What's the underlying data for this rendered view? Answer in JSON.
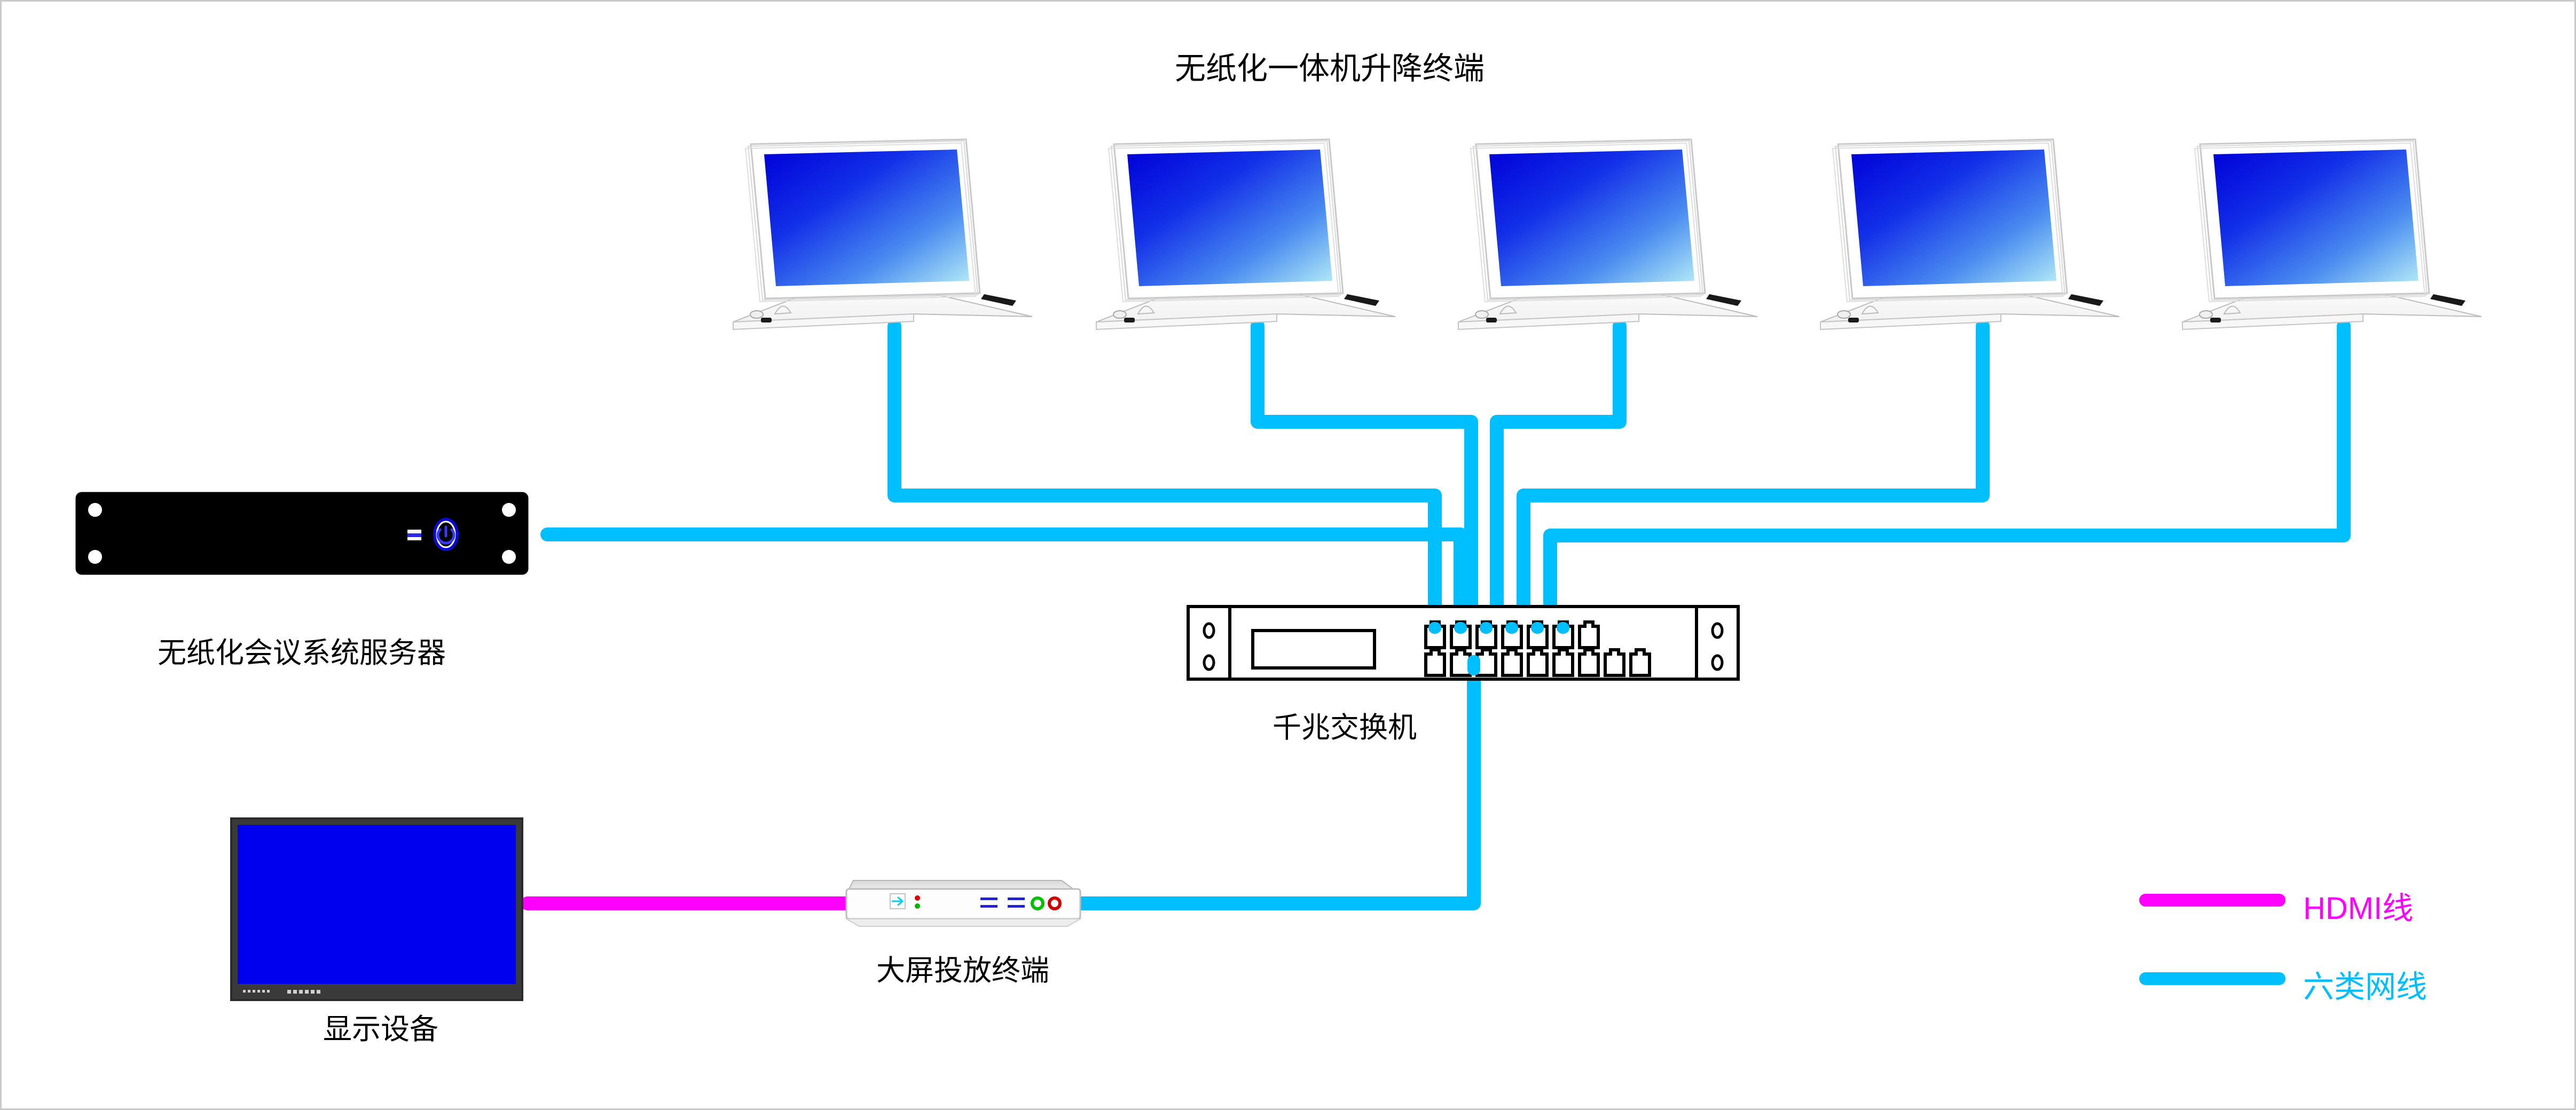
{
  "diagram": {
    "title": "无纸化一体机升降终端",
    "background": "#ffffff",
    "border_color": "#c9c9c9"
  },
  "colors": {
    "network_cable": "#00bfff",
    "hdmi_cable": "#ff00ff",
    "server_body": "#000000",
    "screen_blue": "#0000ee",
    "bezel_dark": "#3a3a3a",
    "terminal_screen_top": "#0000d2",
    "terminal_screen_bottom": "#a9e9f5"
  },
  "devices": [
    {
      "id": "terminal-1",
      "type": "paperless-terminal",
      "label": ""
    },
    {
      "id": "terminal-2",
      "type": "paperless-terminal",
      "label": ""
    },
    {
      "id": "terminal-3",
      "type": "paperless-terminal",
      "label": ""
    },
    {
      "id": "terminal-4",
      "type": "paperless-terminal",
      "label": ""
    },
    {
      "id": "terminal-5",
      "type": "paperless-terminal",
      "label": ""
    }
  ],
  "labels": {
    "terminals_title": "无纸化一体机升降终端",
    "server": "无纸化会议系统服务器",
    "switch": "千兆交换机",
    "display": "显示设备",
    "stb": "大屏投放终端"
  },
  "switch_device": {
    "top_ports": 7,
    "bottom_ports": 9,
    "top_ports_connected": 6,
    "bottom_port_connected_index": 2,
    "rack_screws_per_ear": 2,
    "has_display_panel": true
  },
  "server_device": {
    "corner_screws": 4,
    "indicator": "led-strip",
    "power_button": "power-icon"
  },
  "stb_device": {
    "indicators": [
      "arrow-icon",
      "red-led",
      "green-led",
      "blue-dash-1",
      "blue-dash-2",
      "green-ring",
      "red-ring"
    ]
  },
  "legend": {
    "items": [
      {
        "label": "HDMI线",
        "color": "#ff00ff"
      },
      {
        "label": "六类网线",
        "color": "#00bfff"
      }
    ]
  },
  "connections": [
    {
      "from": "terminal-1",
      "to": "switch",
      "cable": "六类网线"
    },
    {
      "from": "terminal-2",
      "to": "switch",
      "cable": "六类网线"
    },
    {
      "from": "terminal-3",
      "to": "switch",
      "cable": "六类网线"
    },
    {
      "from": "terminal-4",
      "to": "switch",
      "cable": "六类网线"
    },
    {
      "from": "terminal-5",
      "to": "switch",
      "cable": "六类网线"
    },
    {
      "from": "server",
      "to": "switch",
      "cable": "六类网线"
    },
    {
      "from": "stb",
      "to": "switch",
      "cable": "六类网线"
    },
    {
      "from": "display",
      "to": "stb",
      "cable": "HDMI线"
    }
  ]
}
